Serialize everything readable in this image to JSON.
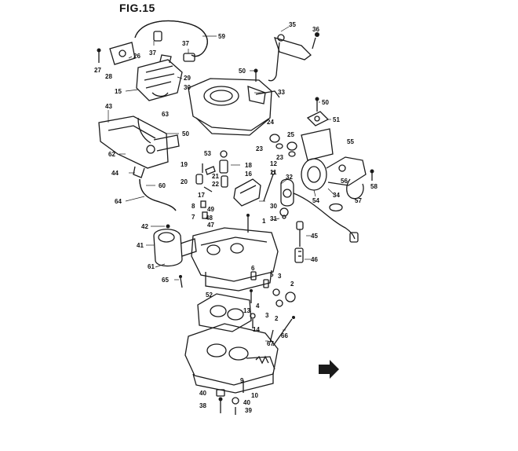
{
  "figure": {
    "title": "FIG.15"
  },
  "callouts": [
    {
      "id": "c59",
      "label": "59"
    },
    {
      "id": "c35",
      "label": "35"
    },
    {
      "id": "c36",
      "label": "36"
    },
    {
      "id": "c37a",
      "label": "37"
    },
    {
      "id": "c37b",
      "label": "37"
    },
    {
      "id": "c26",
      "label": "26"
    },
    {
      "id": "c27",
      "label": "27"
    },
    {
      "id": "c28",
      "label": "28"
    },
    {
      "id": "c50a",
      "label": "50"
    },
    {
      "id": "c29",
      "label": "29"
    },
    {
      "id": "c30a",
      "label": "30"
    },
    {
      "id": "c33",
      "label": "33"
    },
    {
      "id": "c15",
      "label": "15"
    },
    {
      "id": "c43",
      "label": "43"
    },
    {
      "id": "c63",
      "label": "63"
    },
    {
      "id": "c50b",
      "label": "50"
    },
    {
      "id": "c51",
      "label": "51"
    },
    {
      "id": "c24",
      "label": "24"
    },
    {
      "id": "c25",
      "label": "25"
    },
    {
      "id": "c23a",
      "label": "23"
    },
    {
      "id": "c23b",
      "label": "23"
    },
    {
      "id": "c50c",
      "label": "50"
    },
    {
      "id": "c53",
      "label": "53"
    },
    {
      "id": "c62",
      "label": "62"
    },
    {
      "id": "c55",
      "label": "55"
    },
    {
      "id": "c19",
      "label": "19"
    },
    {
      "id": "c18",
      "label": "18"
    },
    {
      "id": "c12",
      "label": "12"
    },
    {
      "id": "c44",
      "label": "44"
    },
    {
      "id": "c21",
      "label": "21"
    },
    {
      "id": "c16",
      "label": "16"
    },
    {
      "id": "c11",
      "label": "11"
    },
    {
      "id": "c32",
      "label": "32"
    },
    {
      "id": "c56",
      "label": "56"
    },
    {
      "id": "c58",
      "label": "58"
    },
    {
      "id": "c20",
      "label": "20"
    },
    {
      "id": "c22",
      "label": "22"
    },
    {
      "id": "c60",
      "label": "60"
    },
    {
      "id": "c17",
      "label": "17"
    },
    {
      "id": "c34",
      "label": "34"
    },
    {
      "id": "c64",
      "label": "64"
    },
    {
      "id": "c54",
      "label": "54"
    },
    {
      "id": "c57",
      "label": "57"
    },
    {
      "id": "c8",
      "label": "8"
    },
    {
      "id": "c49",
      "label": "49"
    },
    {
      "id": "c30b",
      "label": "30"
    },
    {
      "id": "c7",
      "label": "7"
    },
    {
      "id": "c48",
      "label": "48"
    },
    {
      "id": "c31",
      "label": "31"
    },
    {
      "id": "c47",
      "label": "47"
    },
    {
      "id": "c1",
      "label": "1"
    },
    {
      "id": "c42",
      "label": "42"
    },
    {
      "id": "c45",
      "label": "45"
    },
    {
      "id": "c41",
      "label": "41"
    },
    {
      "id": "c46",
      "label": "46"
    },
    {
      "id": "c61",
      "label": "61"
    },
    {
      "id": "c6",
      "label": "6"
    },
    {
      "id": "c5",
      "label": "5"
    },
    {
      "id": "c3a",
      "label": "3"
    },
    {
      "id": "c2a",
      "label": "2"
    },
    {
      "id": "c65",
      "label": "65"
    },
    {
      "id": "c52",
      "label": "52"
    },
    {
      "id": "c4",
      "label": "4"
    },
    {
      "id": "c3b",
      "label": "3"
    },
    {
      "id": "c2b",
      "label": "2"
    },
    {
      "id": "c13",
      "label": "13"
    },
    {
      "id": "c14",
      "label": "14"
    },
    {
      "id": "c67",
      "label": "67"
    },
    {
      "id": "c66",
      "label": "66"
    },
    {
      "id": "c9",
      "label": "9"
    },
    {
      "id": "c40a",
      "label": "40"
    },
    {
      "id": "c10",
      "label": "10"
    },
    {
      "id": "c40b",
      "label": "40"
    },
    {
      "id": "c38",
      "label": "38"
    },
    {
      "id": "c39",
      "label": "39"
    }
  ]
}
